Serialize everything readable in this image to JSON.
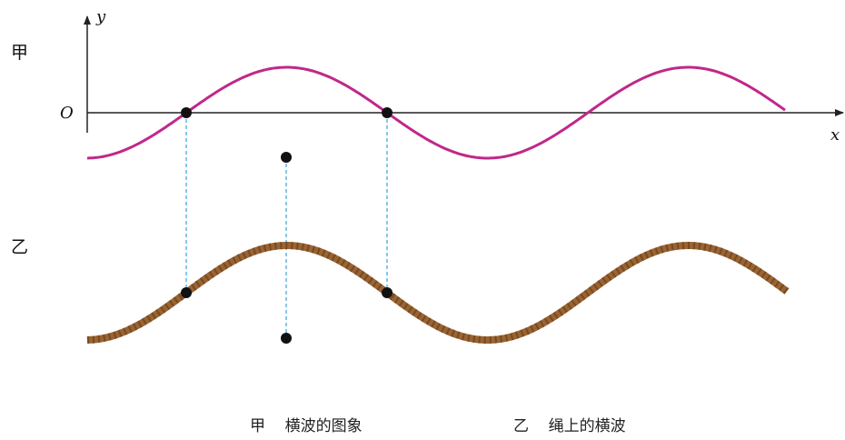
{
  "panel_a": {
    "label": "甲",
    "y_axis_label": "y",
    "x_axis_label": "x",
    "origin_label": "O",
    "wave_color": "#c0288a"
  },
  "panel_b": {
    "label": "乙",
    "rope_color": "#9a6432",
    "rope_stripe_color": "#5a3515"
  },
  "captions": {
    "a": "甲    横波的图象",
    "b": "乙    绳上的横波"
  },
  "guide_line_color": "#44aadd"
}
